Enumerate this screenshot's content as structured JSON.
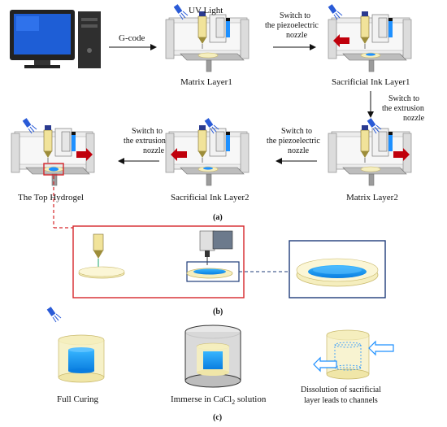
{
  "colors": {
    "arrow_red": "#c0000b",
    "box_red": "#d6262a",
    "box_blue": "#1f3c7a",
    "ink_blue": "#1e90ff",
    "hydrogel_yellow": "#f5eebe",
    "uv_blue": "#2a5bd7",
    "monitor_blue": "#1e5ed6",
    "printer_frame": "#d9d9d9"
  },
  "step_a": {
    "gcode_label": "G-code",
    "uv_light_label": "UV Light",
    "switch_piezo_1": [
      "Switch to",
      "the piezoelectric",
      "nozzle"
    ],
    "switch_extrusion_1": [
      "Switch to",
      "the extrusion",
      "nozzle"
    ],
    "switch_piezo_2": [
      "Switch to",
      "the piezoelectric",
      "nozzle"
    ],
    "switch_extrusion_2": [
      "Switch to",
      "the extrusion",
      "nozzle"
    ],
    "captions": {
      "matrix_layer1": "Matrix Layer1",
      "sacrificial_ink_layer1": "Sacrificial Ink Layer1",
      "matrix_layer2": "Matrix Layer2",
      "sacrificial_ink_layer2": "Sacrificial Ink Layer2",
      "top_hydrogel": "The Top Hydrogel"
    },
    "panel_label": "(a)"
  },
  "step_b": {
    "panel_label": "(b)"
  },
  "step_c": {
    "full_curing": "Full Curing",
    "immerse_prefix": "Immerse in CaCl",
    "immerse_sub": "2",
    "immerse_suffix": " solution",
    "dissolution": [
      "Dissolution of sacrificial",
      "layer leads to channels"
    ],
    "panel_label": "(c)"
  }
}
